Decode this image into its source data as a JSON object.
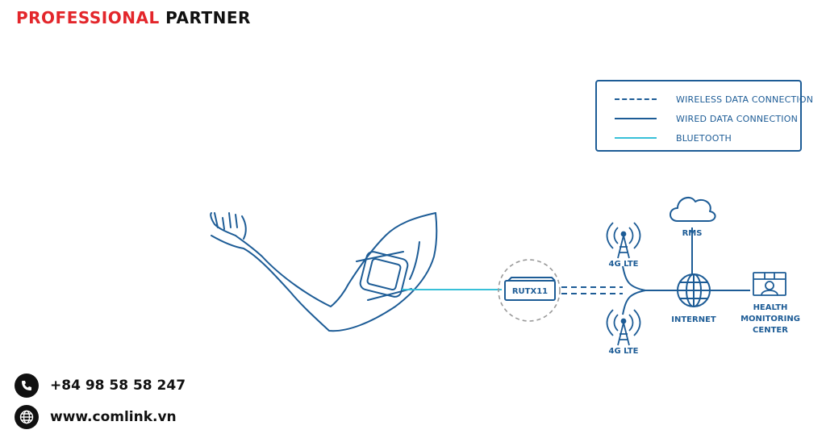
{
  "brand": {
    "part1": "PROFESSIONAL",
    "part2": "PARTNER",
    "accent_color": "#e3262b"
  },
  "legend": {
    "items": [
      {
        "label": "WIRELESS DATA CONNECTION",
        "style": "dashed",
        "color": "#1d5c96"
      },
      {
        "label": "WIRED DATA CONNECTION",
        "style": "solid",
        "color": "#1d5c96"
      },
      {
        "label": "BLUETOOTH",
        "style": "solid",
        "color": "#38c0d8"
      }
    ]
  },
  "nodes": {
    "router": "RUTX11",
    "tower_top": "4G LTE",
    "tower_bottom": "4G LTE",
    "cloud": "RMS",
    "internet": "INTERNET",
    "health_line1": "HEALTH",
    "health_line2": "MONITORING",
    "health_line3": "CENTER"
  },
  "contact": {
    "phone": "+84 98 58 58 247",
    "website": "www.comlink.vn"
  },
  "colors": {
    "primary": "#1d5c96",
    "bluetooth": "#38c0d8",
    "router_ring": "#9a9a9a"
  }
}
